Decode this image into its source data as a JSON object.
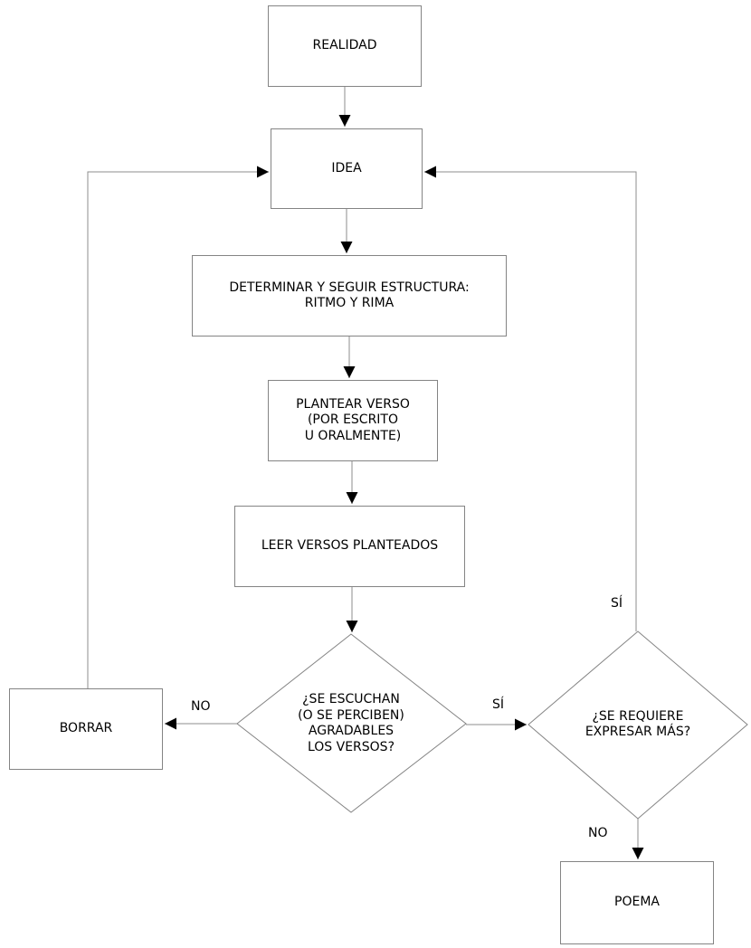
{
  "nodes": {
    "realidad": {
      "label": "REALIDAD"
    },
    "idea": {
      "label": "IDEA"
    },
    "estructura": {
      "label": "DETERMINAR Y SEGUIR ESTRUCTURA:\nRITMO Y RIMA"
    },
    "plantear": {
      "label": "PLANTEAR VERSO\n(POR ESCRITO\nU ORALMENTE)"
    },
    "leer": {
      "label": "LEER VERSOS PLANTEADOS"
    },
    "decision_versos": {
      "label": "¿SE ESCUCHAN\n(O SE PERCIBEN)\nAGRADABLES\nLOS VERSOS?"
    },
    "borrar": {
      "label": "BORRAR"
    },
    "decision_expresar": {
      "label": "¿SE REQUIERE\nEXPRESAR MÁS?"
    },
    "poema": {
      "label": "POEMA"
    }
  },
  "edge_labels": {
    "no_to_borrar": "NO",
    "si_to_expresar": "SÍ",
    "si_to_idea": "SÍ",
    "no_to_poema": "NO"
  },
  "colors": {
    "line": "#8c8c8c",
    "node_border": "#848484",
    "node_fill": "#ffffff",
    "arrowhead": "#000000",
    "text": "#000000",
    "background": "#ffffff"
  }
}
